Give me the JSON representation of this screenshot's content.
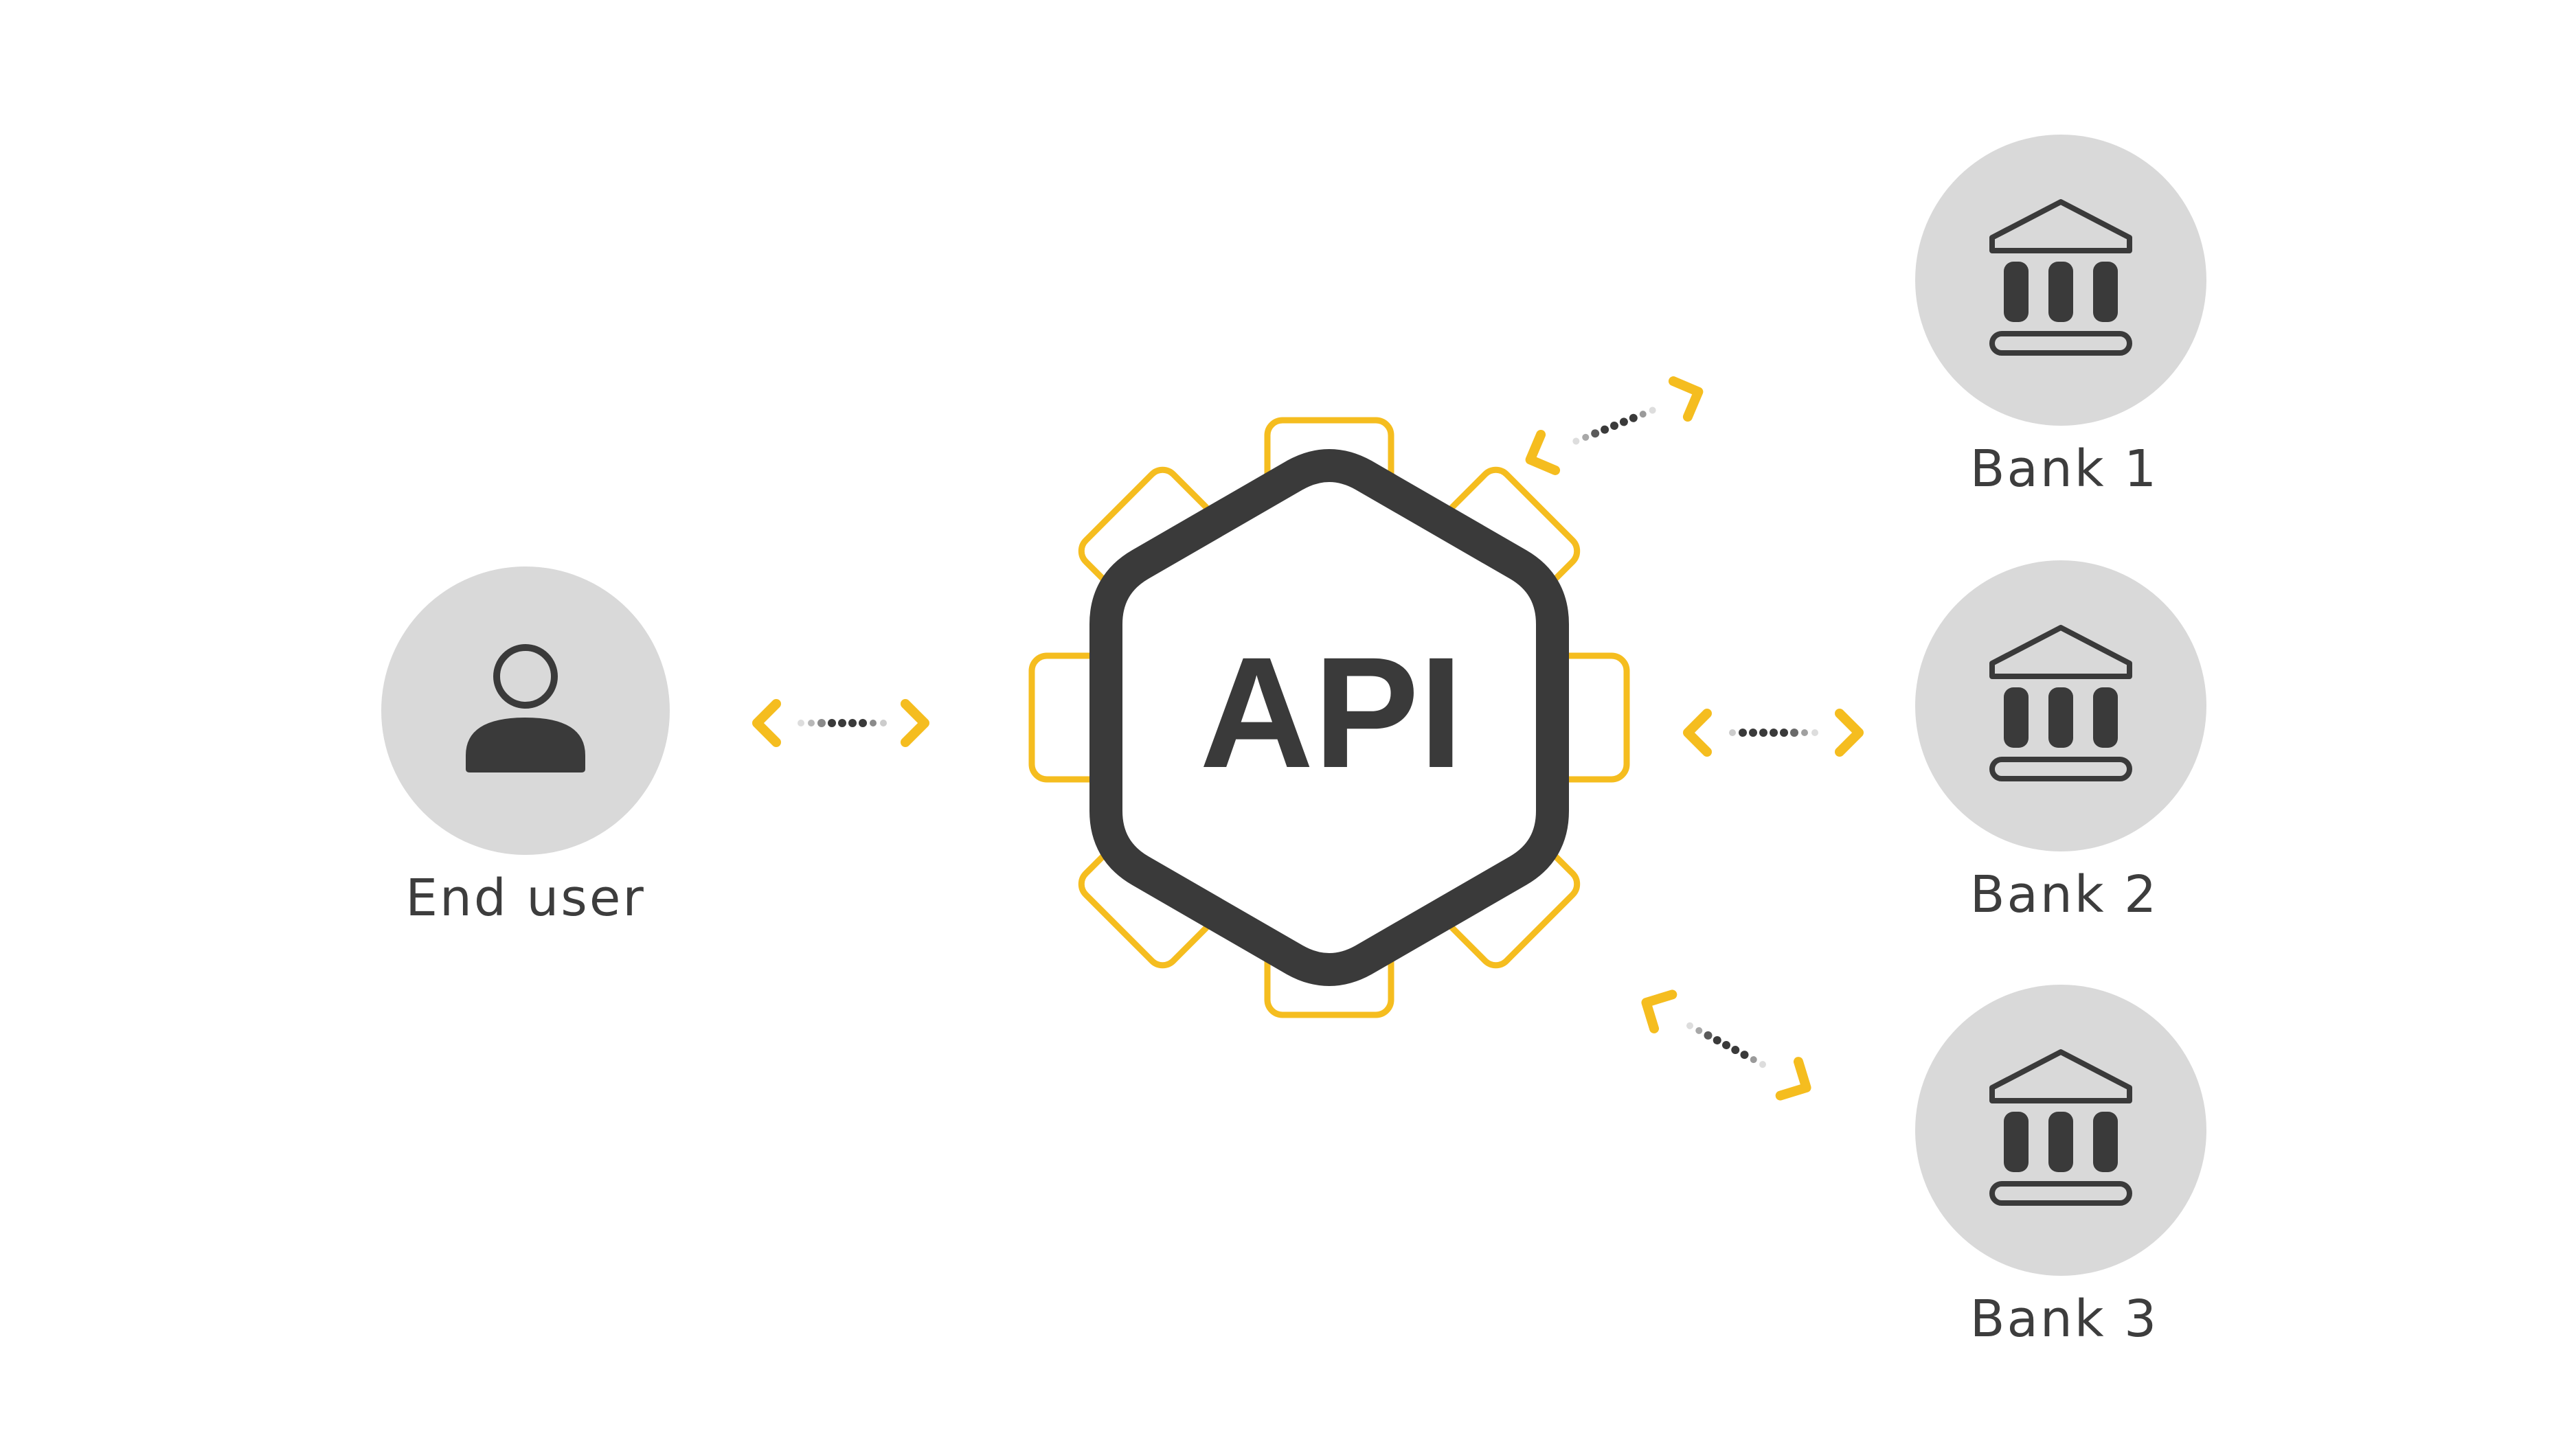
{
  "colors": {
    "accent": "#f5bd1f",
    "dark": "#3a3a3a",
    "circle_fill": "#d9d9d9",
    "background": "#ffffff"
  },
  "hub": {
    "label": "API"
  },
  "nodes": {
    "end_user": {
      "label": "End user",
      "icon": "user-icon"
    },
    "bank_1": {
      "label": "Bank 1",
      "icon": "bank-icon"
    },
    "bank_2": {
      "label": "Bank 2",
      "icon": "bank-icon"
    },
    "bank_3": {
      "label": "Bank 3",
      "icon": "bank-icon"
    }
  }
}
